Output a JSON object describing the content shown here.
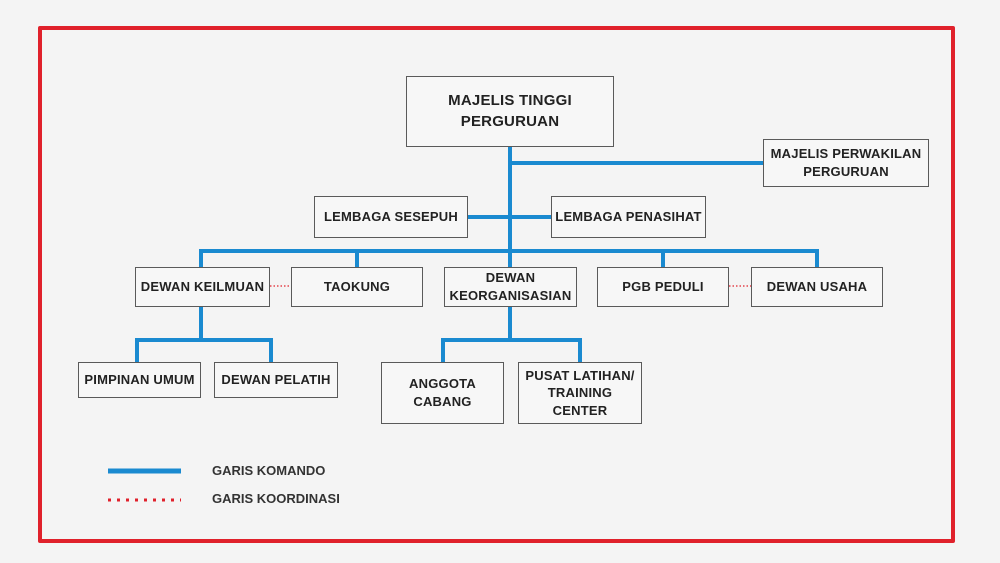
{
  "colors": {
    "frame": "#e0212b",
    "command_line": "#1a8ad0",
    "coordination_line": "#e0212b",
    "box_border": "#5a5a5a"
  },
  "nodes": {
    "mtp": "MAJELIS TINGGI PERGURUAN",
    "mpp": "MAJELIS PERWAKILAN\nPERGURUAN",
    "sesepuh": "LEMBAGA SESEPUH",
    "penasihat": "LEMBAGA PENASIHAT",
    "keilmuan": "DEWAN KEILMUAN",
    "taokung": "TAOKUNG",
    "keorganisasian": "DEWAN\nKEORGANISASIAN",
    "pgb": "PGB PEDULI",
    "usaha": "DEWAN USAHA",
    "pimpinan": "PIMPINAN UMUM",
    "pelatih": "DEWAN PELATIH",
    "anggota": "ANGGOTA\nCABANG",
    "pusat": "PUSAT LATIHAN/\nTRAINING CENTER"
  },
  "legend": {
    "command": "GARIS KOMANDO",
    "coordination": "GARIS KOORDINASI"
  }
}
